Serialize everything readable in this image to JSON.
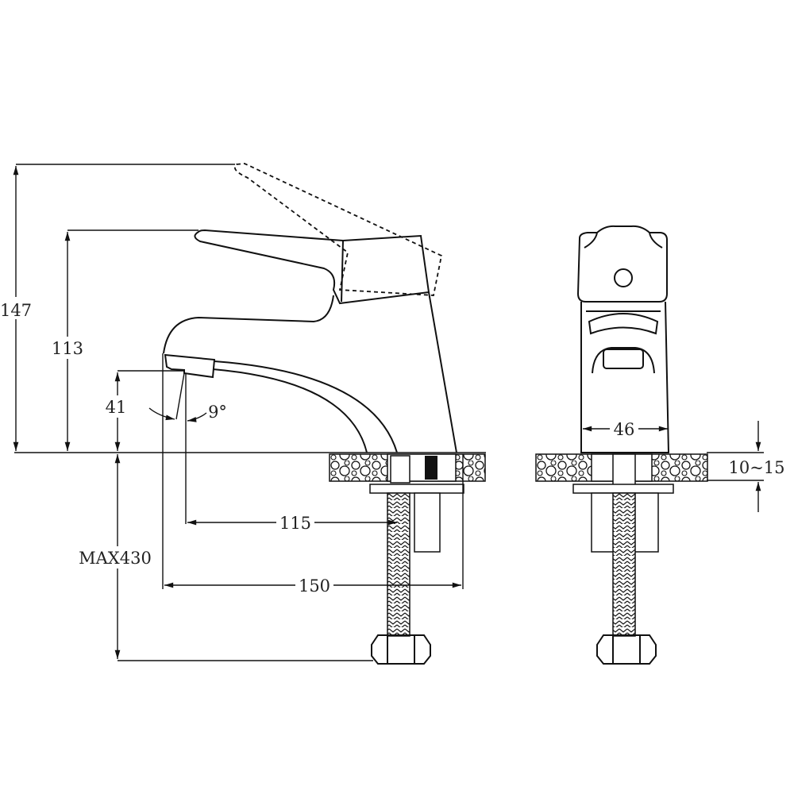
{
  "title": "Basin faucet dimension drawing",
  "dimensions": {
    "total_height_lever_raised": "147",
    "total_height": "113",
    "spout_height": "41",
    "spout_angle": "9°",
    "spout_reach": "115",
    "total_depth": "150",
    "hose_length": "MAX430",
    "body_width": "46",
    "countertop_thickness": "10~15"
  },
  "colors": {
    "line": "#111111",
    "background": "#ffffff"
  }
}
